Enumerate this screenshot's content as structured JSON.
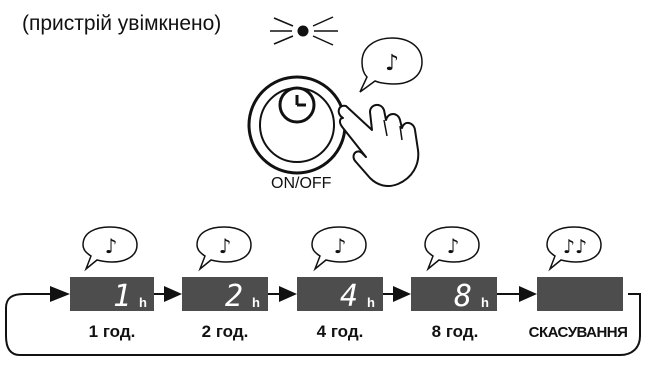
{
  "status": {
    "text": "(пристрій увімкнено)"
  },
  "button": {
    "label": "ON/OFF"
  },
  "sequence": {
    "steps": [
      {
        "digit": "1",
        "unit": "h",
        "label": "1 год.",
        "sound": "♪"
      },
      {
        "digit": "2",
        "unit": "h",
        "label": "2 год.",
        "sound": "♪"
      },
      {
        "digit": "4",
        "unit": "h",
        "label": "4 год.",
        "sound": "♪"
      },
      {
        "digit": "8",
        "unit": "h",
        "label": "8 год.",
        "sound": "♪"
      },
      {
        "digit": "",
        "unit": "",
        "label": "СКАСУВАННЯ",
        "sound": "♪♪"
      }
    ]
  },
  "button_sound": "♪",
  "colors": {
    "display_bg": "#4d4d4d",
    "display_text": "#ffffff",
    "line": "#1a1a1a"
  }
}
